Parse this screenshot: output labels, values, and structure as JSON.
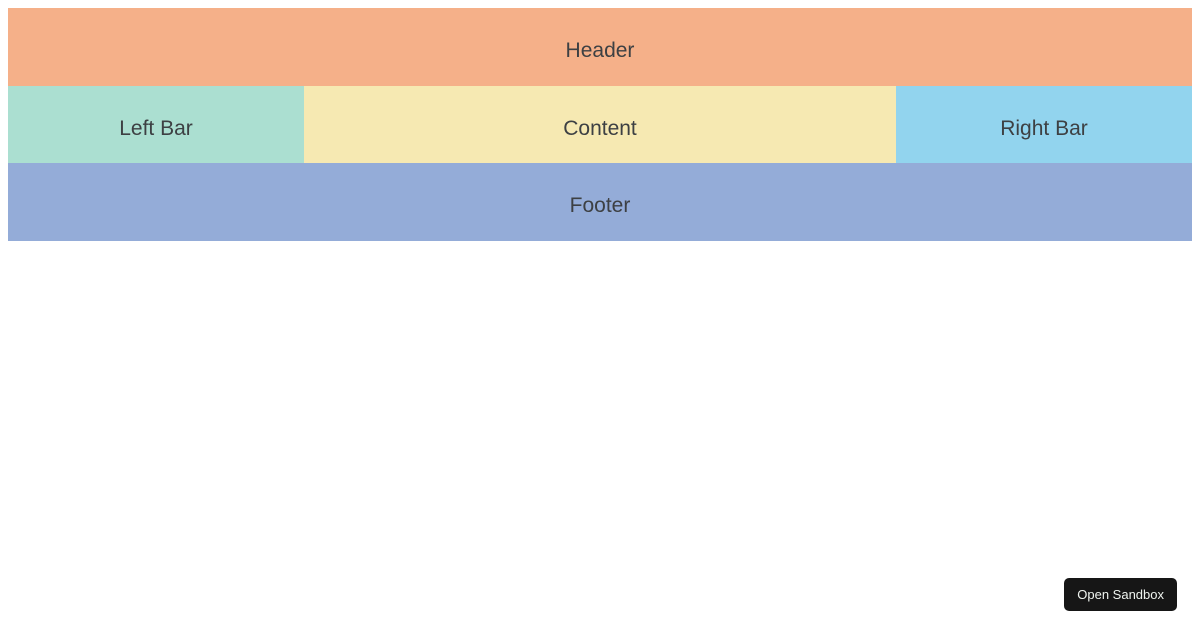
{
  "layout": {
    "text_color": "#3d4043",
    "header": {
      "label": "Header",
      "color": "#f5b089"
    },
    "left_bar": {
      "label": "Left Bar",
      "color": "#abdfd1"
    },
    "content": {
      "label": "Content",
      "color": "#f6e9b2"
    },
    "right_bar": {
      "label": "Right Bar",
      "color": "#92d4ee"
    },
    "footer": {
      "label": "Footer",
      "color": "#94acd8"
    }
  },
  "sandbox_button": {
    "label": "Open Sandbox",
    "background": "#161616",
    "text_color": "#eef3ee"
  }
}
